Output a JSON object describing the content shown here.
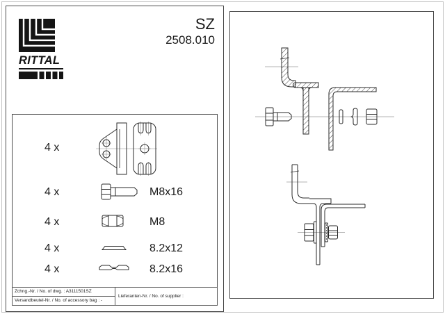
{
  "header": {
    "model": "SZ",
    "article_no": "2508.010"
  },
  "brand": {
    "wordmark": "RITTAL"
  },
  "parts_list": {
    "items": [
      {
        "qty": "4 x",
        "label": "",
        "part": "mounting-clamp"
      },
      {
        "qty": "4 x",
        "label": "M8x16",
        "part": "hex-bolt"
      },
      {
        "qty": "4 x",
        "label": "M8",
        "part": "hex-nut"
      },
      {
        "qty": "4 x",
        "label": "8.2x12",
        "part": "flat-washer"
      },
      {
        "qty": "4 x",
        "label": "8.2x16",
        "part": "contact-washer"
      }
    ]
  },
  "title_block": {
    "drawing_line": "Zchng.-Nr. / No. of dwg. : A3111501SZ",
    "accessory_bag_line": "Versandbeutel-Nr. / No. of accessory bag : -",
    "supplier_line": "Lieferanten-Nr. / No. of supplier :"
  },
  "colors": {
    "ink": "#222222",
    "paper": "#ffffff"
  }
}
